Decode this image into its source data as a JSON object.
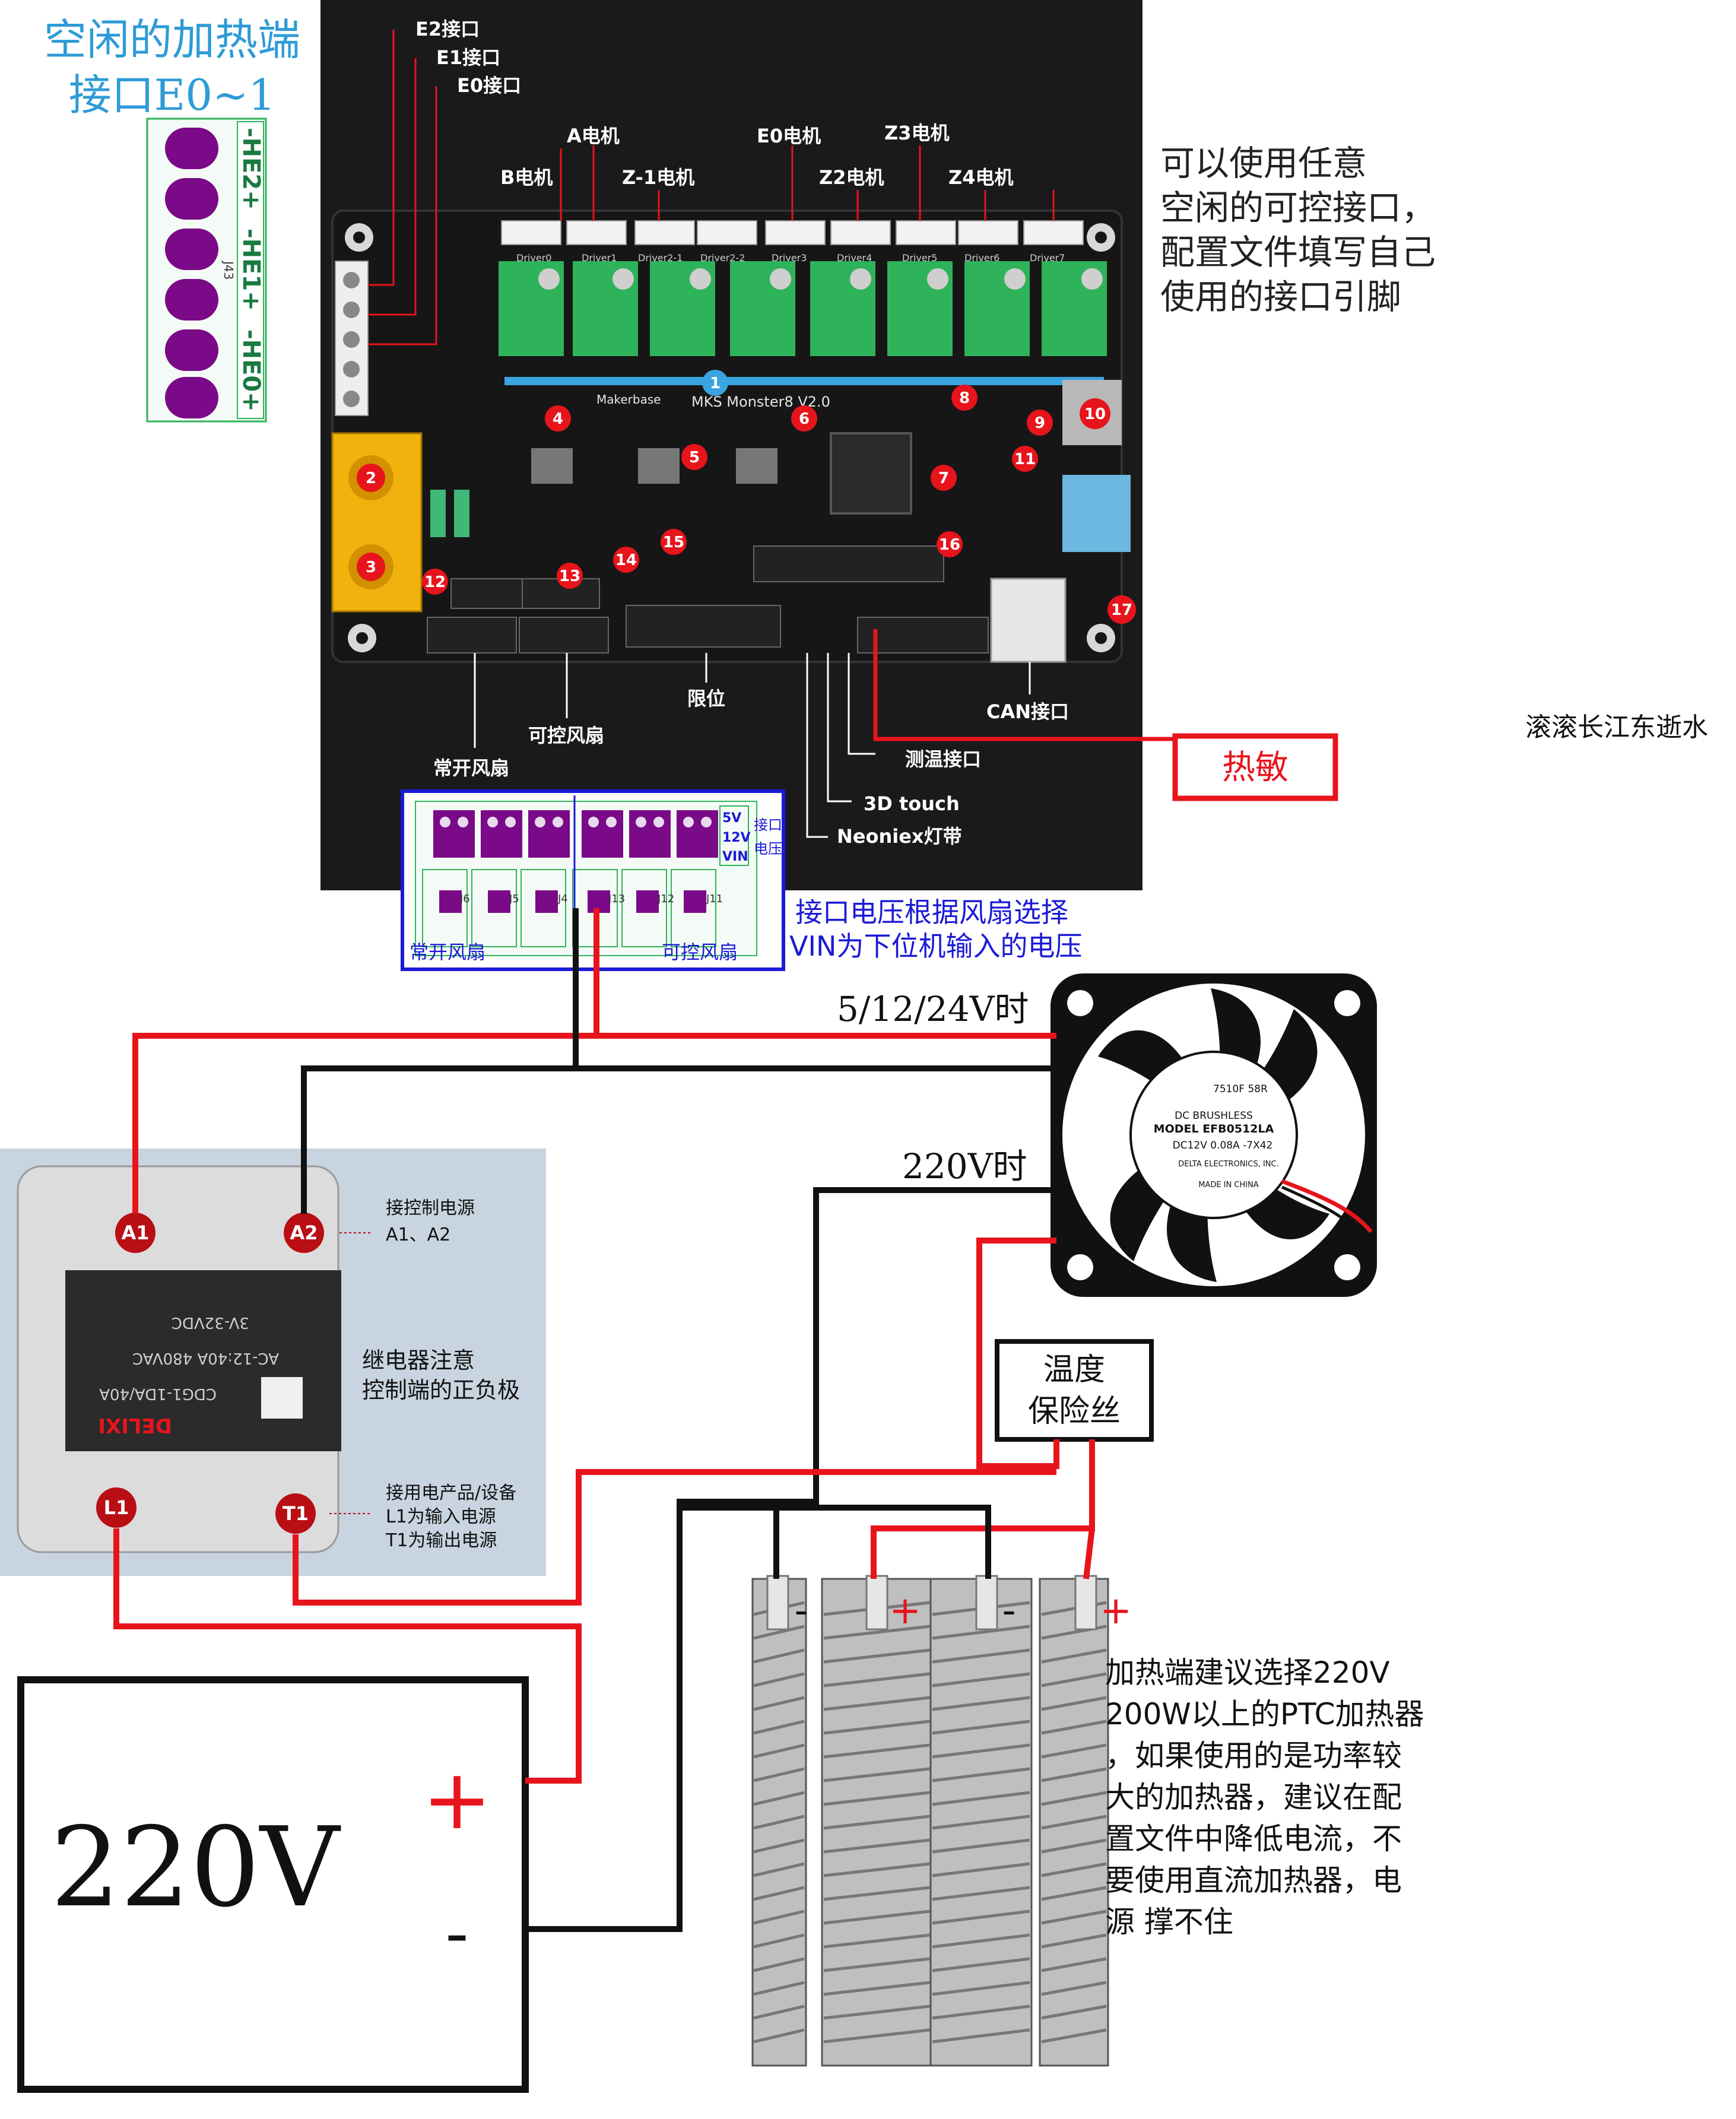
{
  "colors": {
    "wire_red": "#e8141c",
    "wire_black": "#111111",
    "board_bg": "#1a1a1a",
    "label_blue": "#2e9bd6",
    "annot_blue": "#1a1ad6",
    "terminal_purple": "#7a0a87",
    "heater_gray": "#9a9a9a",
    "pcb_green": "#2fb35a"
  },
  "heater_connector": {
    "title_line1": "空闲的加热端",
    "title_line2": "接口E0~1",
    "pins": [
      "-HE2+",
      "-HE1+",
      "-HE0+"
    ],
    "ref": "J43"
  },
  "board": {
    "name": "MKS Monster8 V2.0",
    "brand": "Makerbase",
    "badges": [
      "1",
      "2",
      "3",
      "4",
      "5",
      "6",
      "7",
      "8",
      "9",
      "10",
      "11",
      "12",
      "13",
      "14",
      "15",
      "16",
      "17"
    ],
    "drivers": [
      "Driver0",
      "Driver1",
      "Driver2-1",
      "Driver2-2",
      "Driver3",
      "Driver4",
      "Driver5",
      "Driver6",
      "Driver7"
    ],
    "top_labels": {
      "e2": "E2接口",
      "e1": "E1接口",
      "e0": "E0接口",
      "a_motor": "A电机",
      "e0_motor": "E0电机",
      "z3_motor": "Z3电机",
      "b_motor": "B电机",
      "z1_motor": "Z-1电机",
      "z2_motor": "Z2电机",
      "z4_motor": "Z4电机"
    },
    "bottom_labels": {
      "always_fan": "常开风扇",
      "ctrl_fan": "可控风扇",
      "limit": "限位",
      "can": "CAN接口",
      "thermistor_port": "测温接口",
      "touch": "3D touch",
      "neopixel": "Neoniex灯带"
    }
  },
  "right_note": {
    "line1": "可以使用任意",
    "line2": "空闲的可控接口，",
    "line3": "配置文件填写自己",
    "line4": "使用的接口引脚"
  },
  "signature": "滚滚长江东逝水",
  "thermistor_box": "热敏",
  "fan_header_box": {
    "voltage_opts": [
      "5V",
      "12V",
      "VIN"
    ],
    "side_label_1": "接口",
    "side_label_2": "电压",
    "left_label": "常开风扇",
    "right_label": "可控风扇",
    "refs": [
      "J6",
      "J5",
      "J4",
      "J13",
      "J12",
      "J11"
    ]
  },
  "voltage_note": {
    "line1": "接口电压根据风扇选择",
    "line2": "VIN为下位机输入的电压"
  },
  "fan": {
    "label_low": "5/12/24V时",
    "label_high": "220V时",
    "brand": "DC BRUSHLESS",
    "model": "MODEL EFB0512LA",
    "rating": "DC12V  0.08A  -7X42",
    "maker": "DELTA ELECTRONICS, INC.",
    "origin": "MADE IN CHINA",
    "code": "7510F 58R"
  },
  "relay": {
    "a1": "A1",
    "a2": "A2",
    "l1": "L1",
    "t1": "T1",
    "spec_control": "3V-32VDC",
    "spec_load": "AC-12:40A 480VAC",
    "model": "CDG1-1DA/40A",
    "brand": "DELIXI",
    "note_a_1": "接控制电源",
    "note_a_2": "A1、A2",
    "note_mid_1": "继电器注意",
    "note_mid_2": "控制端的正负极",
    "note_l_1": "接用电产品/设备",
    "note_l_2": "L1为输入电源",
    "note_l_3": "T1为输出电源"
  },
  "fuse_box": {
    "line1": "温度",
    "line2": "保险丝"
  },
  "power_supply": {
    "label": "220V",
    "plus": "+",
    "minus": "-"
  },
  "heater": {
    "pole_labels": [
      "-",
      "+",
      "-",
      "+"
    ],
    "note": [
      "加热端建议选择220V",
      "200W以上的PTC加热器",
      "，如果使用的是功率较",
      "大的加热器，建议在配",
      "置文件中降低电流，不",
      "要使用直流加热器，电",
      "源 撑不住"
    ]
  }
}
